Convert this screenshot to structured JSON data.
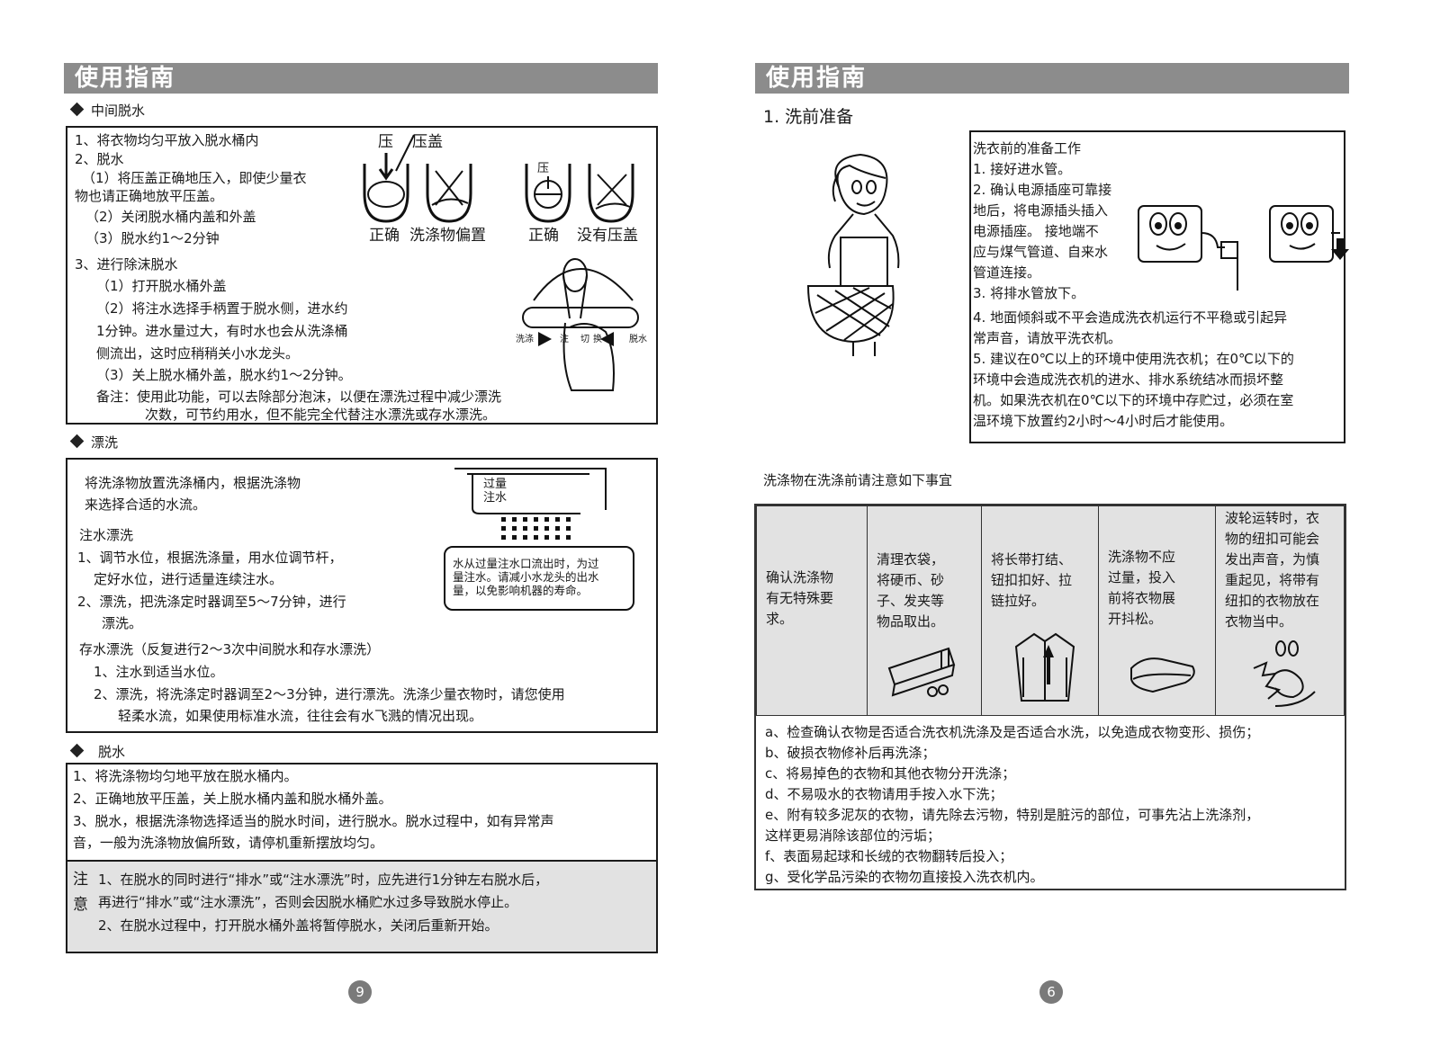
{
  "left": {
    "header": "使用指南",
    "spin_mid": {
      "title": "中间脱水",
      "lines": [
        "1、将衣物均匀平放入脱水桶内",
        "2、脱水",
        "（1）将压盖正确地压入，即使少量衣",
        "物也请正确地放平压盖。",
        "（2）关闭脱水桶内盖和外盖",
        "（3）脱水约1～2分钟",
        "3、进行除沫脱水",
        "（1）打开脱水桶外盖",
        "（2）将注水选择手柄置于脱水侧，进水约",
        "1分钟。进水量过大，有时水也会从洗涤桶",
        "侧流出，这时应稍稍关小水龙头。",
        "（3）关上脱水桶外盖，脱水约1～2分钟。",
        "备注：使用此功能，可以去除部分泡沫，以便在漂洗过程中减少漂洗",
        "次数，可节约用水，但不能完全代替注水漂洗或存水漂洗。"
      ],
      "fig_press": "压",
      "fig_lid": "压盖",
      "fig_press2": "压",
      "fig_captions": [
        "正确",
        "洗涤物偏置",
        "正确",
        "没有压盖"
      ],
      "lever_left": "洗涤",
      "lever_mid": "注",
      "lever_switch": "切",
      "lever_change": "换",
      "lever_right": "脱水"
    },
    "rinse": {
      "title": "漂洗",
      "intro": [
        "将洗涤物放置洗涤桶内，根据洗涤物",
        "来选择合适的水流。"
      ],
      "inject_title": "注水漂洗",
      "inject": [
        "1、调节水位，根据洗涤量，用水位调节杆，",
        "定好水位，进行适量连续注水。",
        "2、漂洗，把洗涤定时器调至5～7分钟，进行",
        "漂洗。"
      ],
      "store_title": "存水漂洗（反复进行2～3次中间脱水和存水漂洗）",
      "store": [
        "1、注水到适当水位。",
        "2、漂洗，将洗涤定时器调至2～3分钟，进行漂洗。洗涤少量衣物时，请您使用",
        "轻柔水流，如果使用标准水流，往往会有水飞溅的情况出现。"
      ],
      "overflow_label": [
        "过量",
        "注水"
      ],
      "callout": [
        "水从过量注水口流出时，为过",
        "量注水。请减小水龙头的出水",
        "量，以免影响机器的寿命。"
      ]
    },
    "spin": {
      "title": "脱水",
      "lines": [
        "1、将洗涤物均匀地平放在脱水桶内。",
        "2、正确地放平压盖，关上脱水桶内盖和脱水桶外盖。",
        "3、脱水，根据洗涤物选择适当的脱水时间，进行脱水。脱水过程中，如有异常声",
        "音，一般为洗涤物放偏所致，请停机重新摆放均匀。"
      ],
      "note_label": [
        "注",
        "意"
      ],
      "notes": [
        "1、在脱水的同时进行“排水”或“注水漂洗”时，应先进行1分钟左右脱水后，",
        "再进行“排水”或“注水漂洗”，否则会因脱水桶贮水过多导致脱水停止。",
        "2、在脱水过程中，打开脱水桶外盖将暂停脱水，关闭后重新开始。"
      ]
    },
    "page_no": "9"
  },
  "right": {
    "header": "使用指南",
    "section": "1. 洗前准备",
    "prep": {
      "title": "洗衣前的准备工作",
      "lines_narrow": [
        "1. 接好进水管。",
        "2. 确认电源插座可靠接",
        "地后，将电源插头插入",
        "电源插座。 接地端不",
        "应与煤气管道、自来水",
        "管道连接。",
        "3. 将排水管放下。"
      ],
      "lines_wide": [
        "4. 地面倾斜或不平会造成洗衣机运行不平稳或引起异",
        "常声音，请放平洗衣机。",
        "5. 建议在0℃以上的环境中使用洗衣机；在0℃以下的",
        "环境中会造成洗衣机的进水、排水系统结冰而损坏整",
        "机。如果洗衣机在0℃以下的环境中存贮过，必须在室",
        "温环境下放置约2小时～4小时后才能使用。"
      ]
    },
    "notice_title": "洗涤物在洗涤前请注意如下事宜",
    "tips": [
      [
        "确认洗涤物",
        "有无特殊要",
        "求。"
      ],
      [
        "清理衣袋，",
        "将硬币、砂",
        "子、发夹等",
        "物品取出。"
      ],
      [
        "将长带打结、",
        "钮扣扣好、拉",
        "链拉好。"
      ],
      [
        "洗涤物不应",
        "过量，投入",
        "前将衣物展",
        "开抖松。"
      ],
      [
        "波轮运转时，衣",
        "物的纽扣可能会",
        "发出声音，为慎",
        "重起见，将带有",
        "纽扣的衣物放在",
        "衣物当中。"
      ]
    ],
    "list": [
      "a、检查确认衣物是否适合洗衣机洗涤及是否适合水洗，以免造成衣物变形、损伤；",
      "b、破损衣物修补后再洗涤；",
      "c、将易掉色的衣物和其他衣物分开洗涤；",
      "d、不易吸水的衣物请用手按入水下洗；",
      "e、附有较多泥灰的衣物，请先除去污物，特别是脏污的部位，可事先沾上洗涤剂，",
      "这样更易消除该部位的污垢；",
      "f、表面易起球和长绒的衣物翻转后投入；",
      "g、受化学品污染的衣物勿直接投入洗衣机内。"
    ],
    "page_no": "6"
  }
}
